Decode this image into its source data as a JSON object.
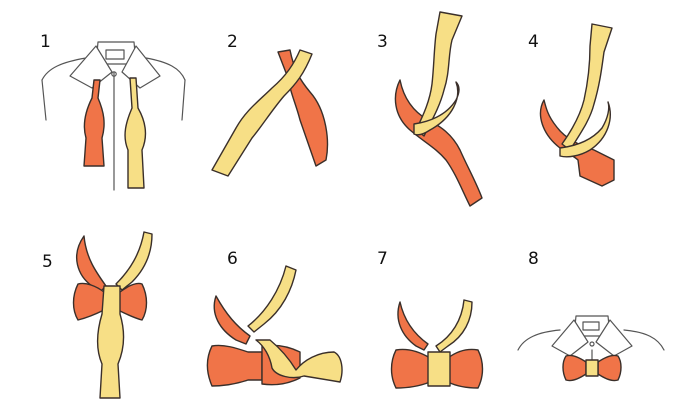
{
  "steps": [
    {
      "label": "1"
    },
    {
      "label": "2"
    },
    {
      "label": "3"
    },
    {
      "label": "4"
    },
    {
      "label": "5"
    },
    {
      "label": "6"
    },
    {
      "label": "7"
    },
    {
      "label": "8"
    }
  ],
  "colors": {
    "yellow_end": "#F7DF86",
    "orange_end": "#F07448",
    "outline": "#3A2F2A",
    "shirt_line": "#555555",
    "background": "#FFFFFF"
  }
}
